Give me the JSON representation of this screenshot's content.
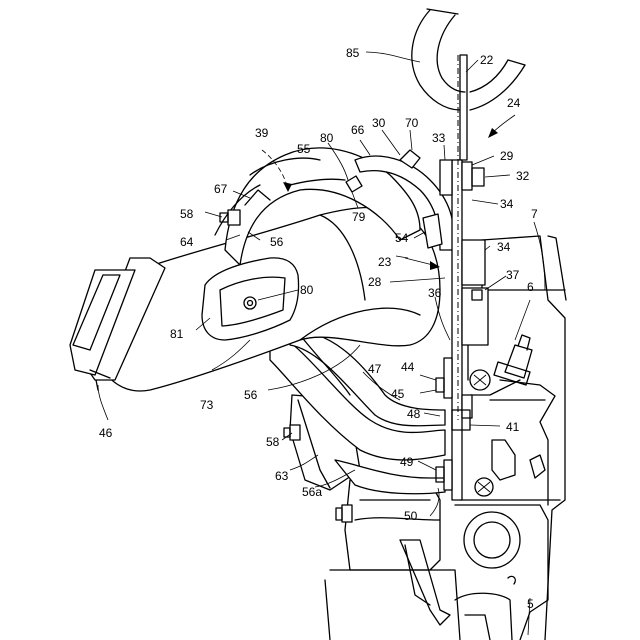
{
  "labels": {
    "l85": "85",
    "l22": "22",
    "l24": "24",
    "l39": "39",
    "l55": "55",
    "l80a": "80",
    "l66": "66",
    "l30": "30",
    "l70": "70",
    "l33": "33",
    "l29": "29",
    "l32": "32",
    "l34a": "34",
    "l7": "7",
    "l67": "67",
    "l58a": "58",
    "l64": "64",
    "l56a": "56",
    "l79": "79",
    "l54": "54",
    "l34b": "34",
    "l23": "23",
    "l28": "28",
    "l37": "37",
    "l6": "6",
    "l80b": "80",
    "l36": "36",
    "l81": "81",
    "l46": "46",
    "l73": "73",
    "l56b": "56",
    "l44": "44",
    "l45": "45",
    "l47": "47",
    "l48": "48",
    "l41": "41",
    "l58b": "58",
    "l63": "63",
    "l49": "49",
    "l56c": "56a",
    "l50": "50",
    "l5": "5"
  }
}
